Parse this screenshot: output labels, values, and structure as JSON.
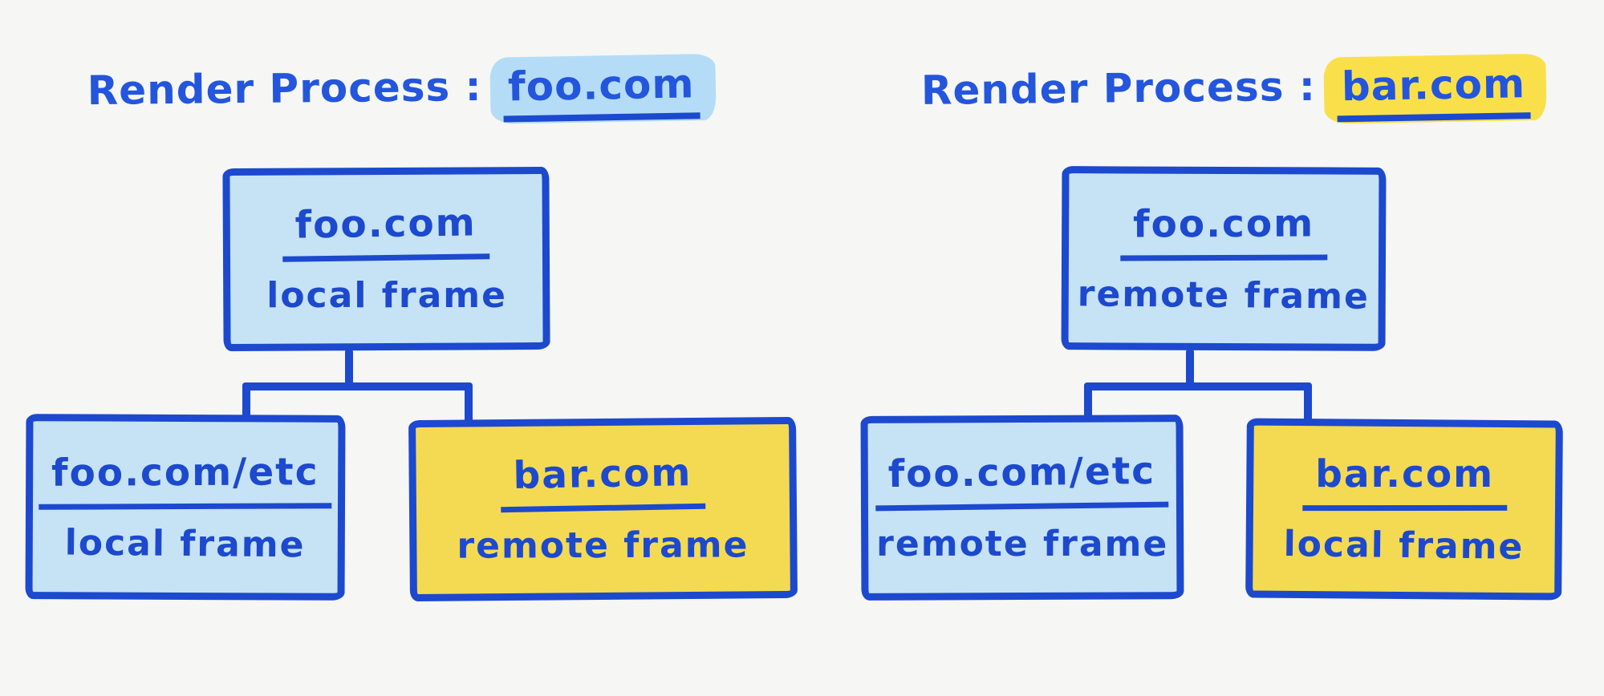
{
  "colors": {
    "ink": "#1c49ce",
    "title_ink": "#2356dd",
    "blue_fill": "#c6e2f5",
    "yellow_fill": "#f3da52",
    "highlight_blue": "#b4dcf6",
    "highlight_yellow": "#f9e04b",
    "background": "#f6f6f4"
  },
  "processes": [
    {
      "title_prefix": "Render Process :",
      "title_domain": "foo.com",
      "highlight_color": "blue",
      "root": {
        "site": "foo.com",
        "frame_type": "local frame",
        "fill": "blue"
      },
      "children": [
        {
          "site": "foo.com/etc",
          "frame_type": "local frame",
          "fill": "blue"
        },
        {
          "site": "bar.com",
          "frame_type": "remote frame",
          "fill": "yellow"
        }
      ]
    },
    {
      "title_prefix": "Render Process :",
      "title_domain": "bar.com",
      "highlight_color": "yellow",
      "root": {
        "site": "foo.com",
        "frame_type": "remote frame",
        "fill": "blue"
      },
      "children": [
        {
          "site": "foo.com/etc",
          "frame_type": "remote frame",
          "fill": "blue"
        },
        {
          "site": "bar.com",
          "frame_type": "local frame",
          "fill": "yellow"
        }
      ]
    }
  ]
}
